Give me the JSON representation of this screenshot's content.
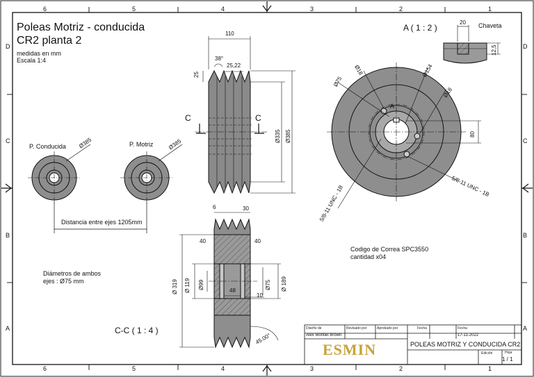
{
  "title": {
    "line1": "Poleas Motriz - conducida",
    "line2": "CR2 planta 2"
  },
  "units": "medidas en mm",
  "scale": "Escala 1:4",
  "pulley_labels": {
    "driven": "P. Conducida",
    "driver": "P. Motriz"
  },
  "driven_dia": "Ø385",
  "driver_dia": "Ø385",
  "center_distance": "Distancia entre ejes 1205mm",
  "shaft_note": {
    "line1": "Diámetros de ambos",
    "line2": "ejes : Ø75 mm"
  },
  "belt_note": {
    "line1": "Codigo de Correa SPC3550",
    "line2": "cantidad x04"
  },
  "section_label": "C-C ( 1 : 4 )",
  "detail_label": "A ( 1 : 2 )",
  "key_label": "Chaveta",
  "cut_letter": "C",
  "detail_letter": "A",
  "border": {
    "cols": [
      "6",
      "5",
      "4",
      "3",
      "2",
      "1"
    ],
    "rows": [
      "D",
      "C",
      "B",
      "A"
    ]
  },
  "side_view_dims": {
    "width": "110",
    "angle": "38°",
    "groove": "25,22",
    "top": "25",
    "d1": "Ø335",
    "d2": "Ø385"
  },
  "section_dims": {
    "g1": "6",
    "g2": "30",
    "h1": "40",
    "h2": "40",
    "d319": "Ø 319",
    "d119": "Ø 119",
    "d99": "Ø99",
    "d75": "Ø75",
    "d189": "Ø 189",
    "w48": "48",
    "w10": "10",
    "angle": "45.00°"
  },
  "front_dims": {
    "d75": "Ø75",
    "d18a": "Ø18",
    "d154": "Ø154",
    "d18b": "Ø18",
    "h80": "80",
    "unc1": "5/8-11 UNC - 1B",
    "unc2": "5/8-11 UNC - 1B"
  },
  "key_dims": {
    "w": "20",
    "h": "12,5"
  },
  "title_block": {
    "h_design": "Diseño de",
    "v_design": "Alex Montiel Brown",
    "h_rev": "Revisado por",
    "h_appr": "Aprobado por",
    "h_date1": "Fecha",
    "h_date2": "Fecha",
    "v_date": "17-11-2022",
    "logo": "ESMIN",
    "part_title": "POLEAS MOTRIZ Y CONDUCIDA CR2",
    "h_edition": "Edición",
    "h_sheet": "Hoja",
    "v_sheet": "1 / 1"
  },
  "colors": {
    "fill": "#8e8e8e",
    "fill_light": "#b4b4b4",
    "hatch": "#6e6e6e",
    "line": "#111111",
    "logo": "#c8a23a"
  }
}
